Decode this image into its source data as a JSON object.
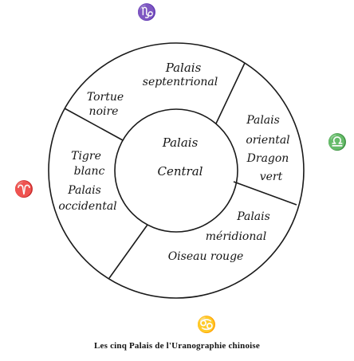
{
  "diagram": {
    "center_label": {
      "line1": "Palais",
      "line2": "Central"
    },
    "sectors": {
      "north": {
        "title_line1": "Palais",
        "title_line2": "septentrional",
        "animal_line1": "Tortue",
        "animal_line2": "noire"
      },
      "east": {
        "line1": "Palais",
        "line2": "oriental",
        "line3": "Dragon",
        "line4": "vert"
      },
      "south": {
        "line1": "Palais",
        "line2": "méridional",
        "line3": "Oiseau rouge"
      },
      "west": {
        "line1": "Tigre",
        "line2": "blanc",
        "line3": "Palais",
        "line4": "occidental"
      }
    },
    "zodiac_symbols": {
      "top": {
        "glyph": "♑",
        "name": "capricorn-symbol"
      },
      "right": {
        "glyph": "♎",
        "name": "libra-symbol"
      },
      "left": {
        "glyph": "♈",
        "name": "aries-symbol"
      },
      "bottom": {
        "glyph": "♋",
        "name": "cancer-symbol"
      }
    }
  },
  "caption": "Les cinq Palais de l'Uranographie chinoise"
}
